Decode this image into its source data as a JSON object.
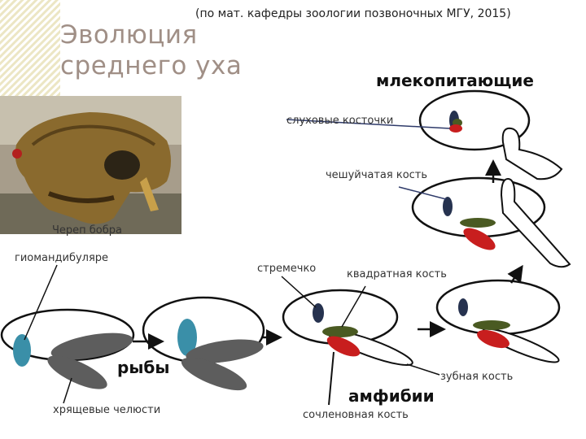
{
  "title": "Эволюция\nсреднего уха",
  "source": "(по мат. кафедры зоологии позвоночных МГУ, 2015)",
  "groups": {
    "mammals": "млекопитающие",
    "fish": "рыбы",
    "amphibians": "амфибии"
  },
  "labels": {
    "ossicles": "слуховые косточки",
    "squamosal": "чешуйчатая кость",
    "skull_caption": "Череп бобра",
    "hyomandibular": "гиомандибуляре",
    "stapes": "стремечко",
    "quadrate": "квадратная кость",
    "cartilage_jaws": "хрящевые челюсти",
    "dentary": "зубная кость",
    "articular": "сочленовная кость"
  },
  "colors": {
    "title": "#a08f86",
    "hyomandibular": "#3a8fa8",
    "stapes": "#26324f",
    "quadrate": "#4a5a22",
    "articular": "#c81e1e",
    "jaws": "#5d5d5d"
  }
}
